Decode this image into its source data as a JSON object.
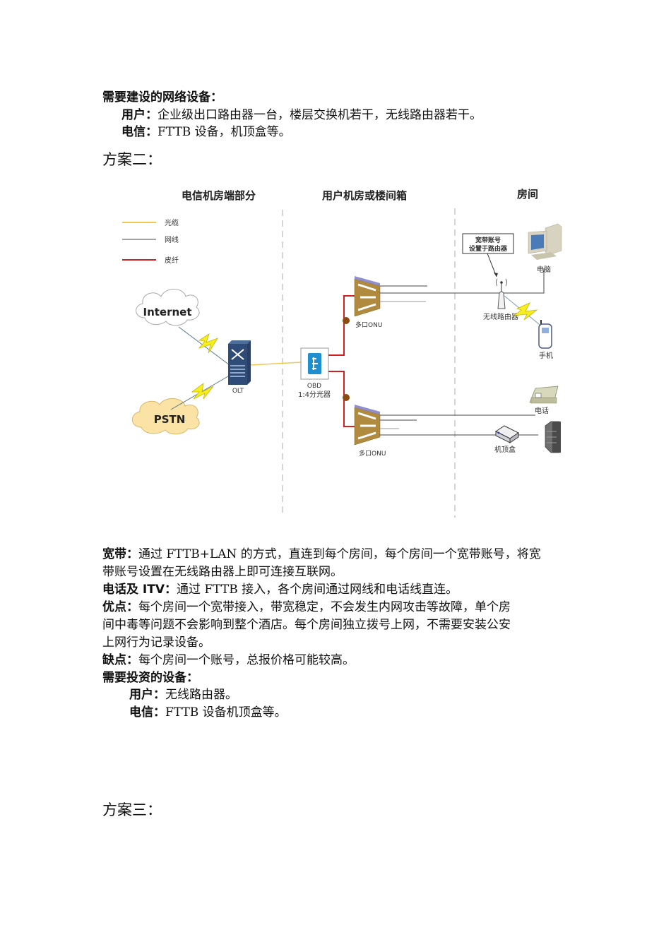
{
  "section1_tail": {
    "heading": "需要建设的网络设备：",
    "user_label": "用户：",
    "user_text": "企业级出口路由器一台，楼层交换机若干，无线路由器若干。",
    "telecom_label": "电信：",
    "telecom_text": "FTTB 设备，机顶盒等。"
  },
  "plan2": {
    "title": "方案二：",
    "diagram": {
      "columns": [
        "电信机房端部分",
        "用户机房或楼间箱",
        "房间"
      ],
      "legend": [
        {
          "label": "光缆",
          "color": "#f0c850"
        },
        {
          "label": "网线",
          "color": "#444444"
        },
        {
          "label": "皮纤",
          "color": "#d02020"
        }
      ],
      "nodes": {
        "internet": "Internet",
        "pstn": "PSTN",
        "olt": "OLT",
        "obd": "OBD",
        "splitter": "1:4分光器",
        "onu_top": "多口ONU",
        "onu_bottom": "多口ONU",
        "callout_line1": "宽带账号",
        "callout_line2": "设置于路由器",
        "pc": "电脑",
        "router": "无线路由器",
        "phone_mobile": "手机",
        "telephone": "电话",
        "stb": "机顶盒"
      }
    },
    "broadband_label": "宽带：",
    "broadband_text1": "通过 FTTB+LAN 的方式，直连到每个房间，每个房间一个宽带账号，将宽",
    "broadband_text2": "带账号设置在无线路由器上即可连接互联网。",
    "phone_label": "电话及 ITV：",
    "phone_text": "通过 FTTB 接入，各个房间通过网线和电话线直连。",
    "pros_label": "优点：",
    "pros_text1": "每个房间一个宽带接入，带宽稳定，不会发生内网攻击等故障，单个房",
    "pros_text2": "间中毒等问题不会影响到整个酒店。每个房间独立拨号上网，不需要安装公安",
    "pros_text3": "上网行为记录设备。",
    "cons_label": "缺点：",
    "cons_text": "每个房间一个账号，总报价格可能较高。",
    "invest_heading": "需要投资的设备：",
    "invest_user_label": "用户：",
    "invest_user_text": "无线路由器。",
    "invest_telecom_label": "电信：",
    "invest_telecom_text": "FTTB 设备机顶盒等。"
  },
  "plan3": {
    "title": "方案三："
  }
}
